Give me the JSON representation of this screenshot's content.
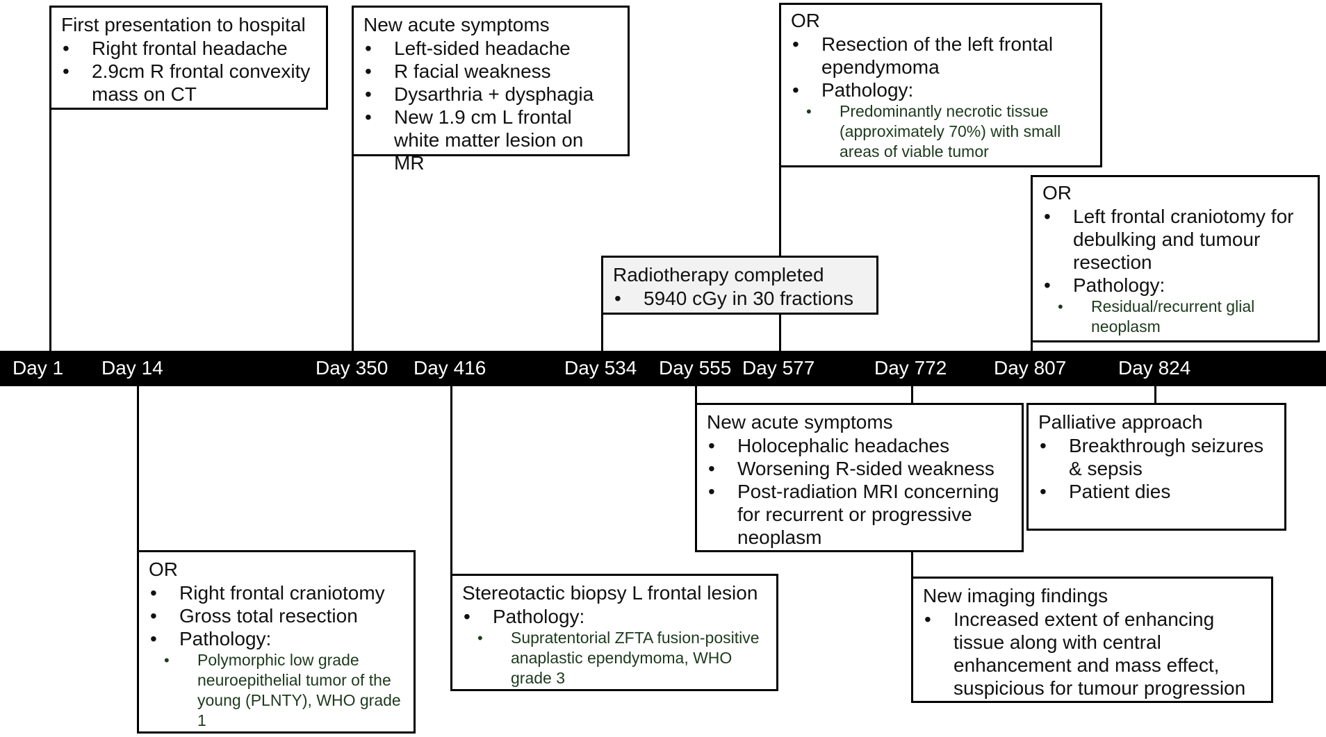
{
  "timeline": {
    "days": [
      "Day 1",
      "Day 14",
      "Day 350",
      "Day 416",
      "Day 534",
      "Day 555",
      "Day 577",
      "Day 772",
      "Day 807",
      "Day 824"
    ]
  },
  "events": {
    "first_presentation": {
      "title": "First presentation to hospital",
      "bullets": [
        "Right frontal headache",
        "2.9cm R frontal convexity mass on CT"
      ]
    },
    "new_acute_symptoms_1": {
      "title": "New acute symptoms",
      "bullets": [
        "Left-sided headache",
        "R facial weakness",
        "Dysarthria + dysphagia",
        "New 1.9 cm L frontal white matter lesion on MR"
      ]
    },
    "or_resection": {
      "title": "OR",
      "bullets": [
        "Resection of the left frontal ependymoma",
        "Pathology:"
      ],
      "sub_bullets": [
        "Predominantly necrotic tissue (approximately 70%) with small areas of viable tumor"
      ]
    },
    "radiotherapy": {
      "title": "Radiotherapy completed",
      "bullets": [
        "5940 cGy in 30 fractions"
      ]
    },
    "or_craniotomy_left": {
      "title": "OR",
      "bullets": [
        "Left frontal craniotomy for debulking and tumour resection",
        "Pathology:"
      ],
      "sub_bullets": [
        "Residual/recurrent glial neoplasm"
      ]
    },
    "or_craniotomy_right": {
      "title": "OR",
      "bullets": [
        "Right frontal craniotomy",
        "Gross total resection",
        "Pathology:"
      ],
      "sub_bullets": [
        "Polymorphic low grade neuroepithelial tumor of the young (PLNTY), WHO grade 1"
      ]
    },
    "biopsy": {
      "title": "Stereotactic biopsy L frontal lesion",
      "bullets": [
        "Pathology:"
      ],
      "sub_bullets": [
        "Supratentorial ZFTA fusion-positive anaplastic ependymoma, WHO grade 3"
      ]
    },
    "new_acute_symptoms_2": {
      "title": "New acute symptoms",
      "bullets": [
        "Holocephalic headaches",
        "Worsening R-sided weakness",
        "Post-radiation MRI concerning for recurrent or progressive neoplasm"
      ]
    },
    "palliative": {
      "title": "Palliative approach",
      "bullets": [
        "Breakthrough seizures & sepsis",
        "Patient dies"
      ]
    },
    "new_imaging": {
      "title": "New imaging findings",
      "bullets": [
        "Increased extent of enhancing tissue along with central enhancement and mass effect, suspicious for tumour progression"
      ]
    }
  },
  "colors": {
    "timeline_bar": "#000000",
    "tick_text": "#ffffff",
    "box_border": "#000000",
    "shaded_box": "#f2f2f2",
    "sub_bullet_text": "#1d3a1d"
  }
}
